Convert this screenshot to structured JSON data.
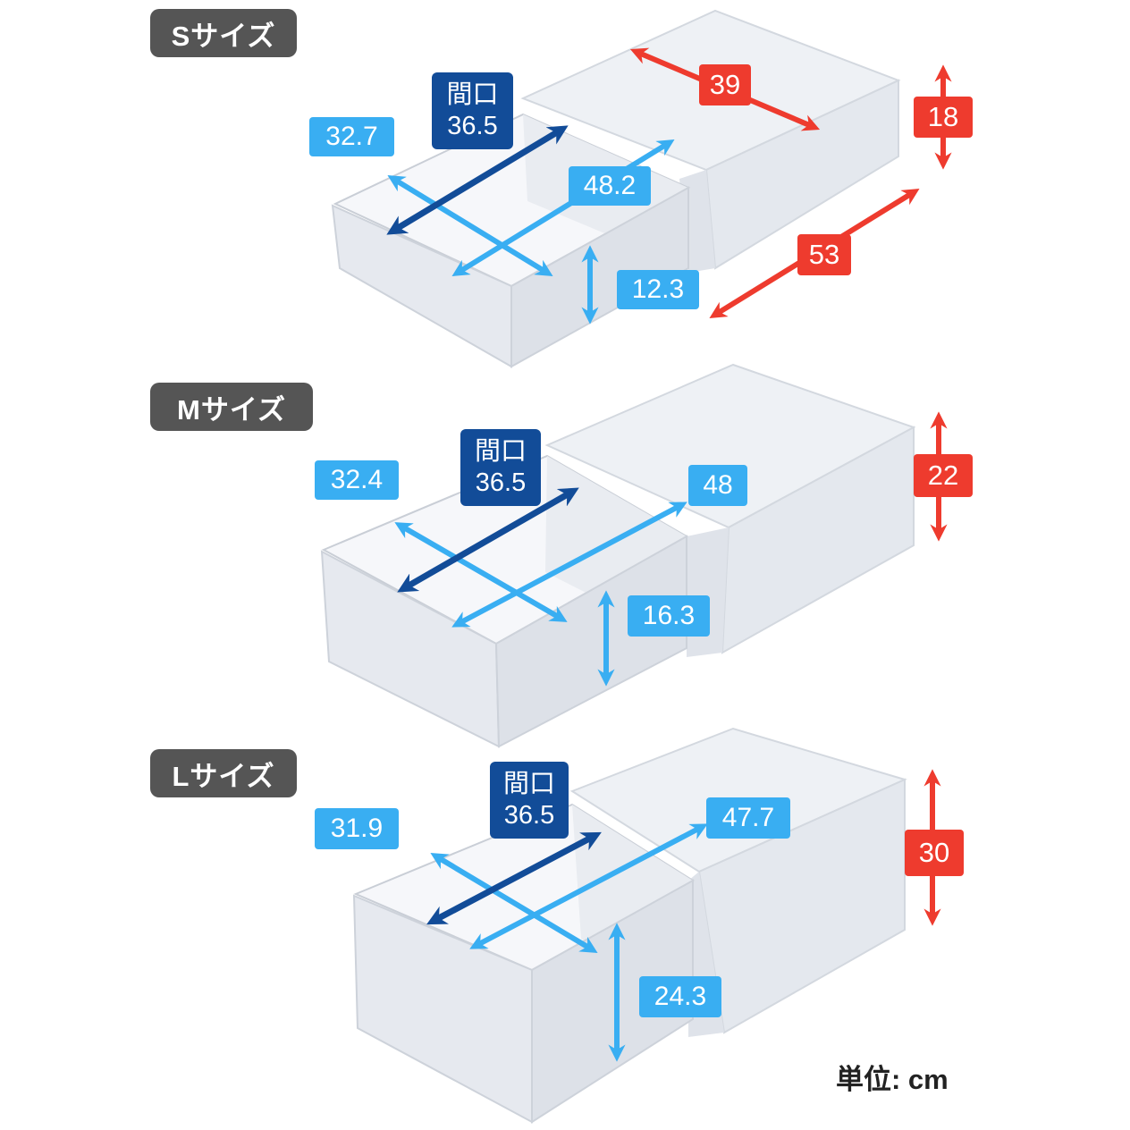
{
  "sizes": [
    {
      "name": "Sサイズ",
      "opening": {
        "label": "間口",
        "value": "36.5"
      },
      "inner_width": "32.7",
      "inner_depth": "48.2",
      "inner_height": "12.3",
      "outer_width": "39",
      "outer_depth": "53",
      "outer_height": "18"
    },
    {
      "name": "Mサイズ",
      "opening": {
        "label": "間口",
        "value": "36.5"
      },
      "inner_width": "32.4",
      "inner_depth": "48",
      "inner_height": "16.3",
      "outer_height": "22"
    },
    {
      "name": "Lサイズ",
      "opening": {
        "label": "間口",
        "value": "36.5"
      },
      "inner_width": "31.9",
      "inner_depth": "47.7",
      "inner_height": "24.3",
      "outer_height": "30"
    }
  ],
  "unit": "単位: cm",
  "colors": {
    "inner": "#39aef2",
    "opening": "#124c98",
    "outer": "#ee3b2e",
    "tag": "#555555"
  }
}
